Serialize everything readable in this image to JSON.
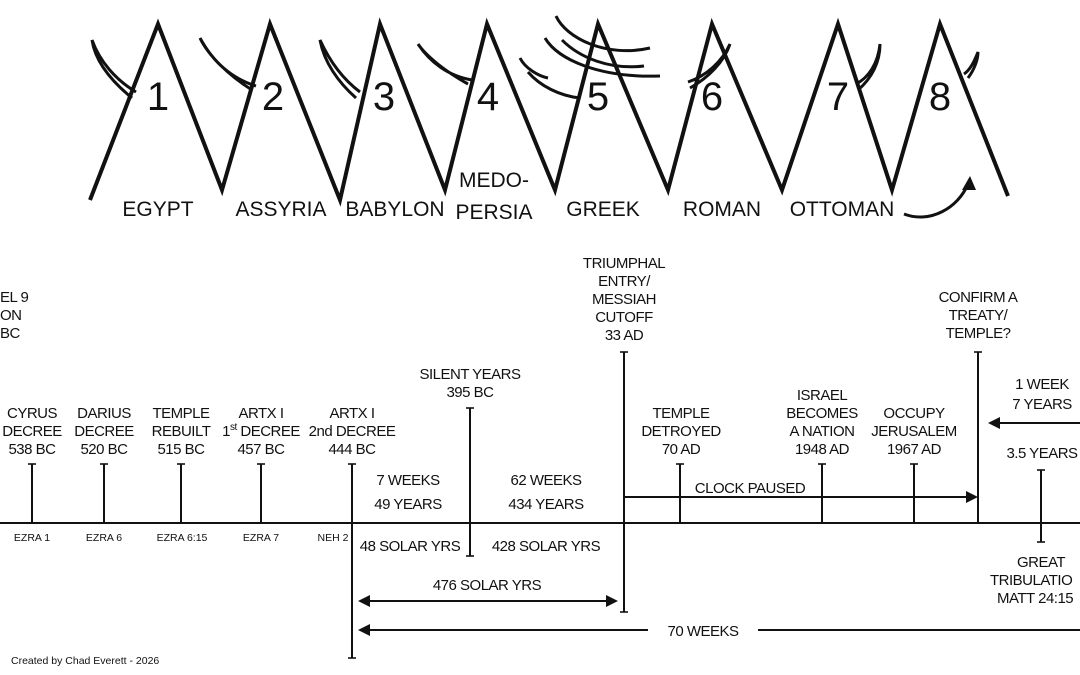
{
  "kingdoms": [
    {
      "number": "1",
      "name": "EGYPT"
    },
    {
      "number": "2",
      "name": "ASSYRIA"
    },
    {
      "number": "3",
      "name": "BABYLON"
    },
    {
      "number": "4",
      "name_line1": "MEDO-",
      "name_line2": "PERSIA"
    },
    {
      "number": "5",
      "name": "GREEK"
    },
    {
      "number": "6",
      "name": "ROMAN"
    },
    {
      "number": "7",
      "name": "OTTOMAN"
    },
    {
      "number": "8"
    }
  ],
  "events": {
    "daniel9": [
      "EL 9",
      "ON",
      "BC"
    ],
    "cyrus": [
      "CYRUS",
      "DECREE",
      "538 BC"
    ],
    "darius": [
      "DARIUS",
      "DECREE",
      "520 BC"
    ],
    "temple_rebuilt": [
      "TEMPLE",
      "REBUILT",
      "515 BC"
    ],
    "artx1_first": {
      "line1": "ARTX I",
      "line2_sup": "st",
      "line2_pre": "1",
      "line2_post": " DECREE",
      "line3": "457 BC"
    },
    "artx1_second": [
      "ARTX I",
      "2nd DECREE",
      "444 BC"
    ],
    "silent_years": [
      "SILENT YEARS",
      "395 BC"
    ],
    "triumphal": [
      "TRIUMPHAL",
      "ENTRY/",
      "MESSIAH",
      "CUTOFF",
      "33 AD"
    ],
    "temple_destroyed": [
      "TEMPLE",
      "DETROYED",
      "70 AD"
    ],
    "israel_nation": [
      "ISRAEL",
      "BECOMES",
      "A NATION",
      "1948 AD"
    ],
    "occupy_jerusalem": [
      "OCCUPY",
      "JERUSALEM",
      "1967 AD"
    ],
    "confirm_treaty": [
      "CONFIRM A",
      "TREATY/",
      "TEMPLE?"
    ],
    "one_week": [
      "1 WEEK",
      "7 YEARS"
    ],
    "three_half": "3.5 YEARS",
    "great_tribulation": [
      "GREAT",
      "TRIBULATIO",
      "MATT 24:15"
    ]
  },
  "refs": [
    "EZRA 1",
    "EZRA 6",
    "EZRA 6:15",
    "EZRA 7",
    "NEH 2"
  ],
  "periods": {
    "seven_weeks": [
      "7 WEEKS",
      "49 YEARS"
    ],
    "sixtytwo_weeks": [
      "62 WEEKS",
      "434 YEARS"
    ],
    "clock_paused": "CLOCK PAUSED",
    "solar48": "48 SOLAR YRS",
    "solar428": "428 SOLAR YRS",
    "solar476": "476 SOLAR YRS",
    "seventy_weeks": "70 WEEKS"
  },
  "credit": "Created by Chad Everett - 2026"
}
